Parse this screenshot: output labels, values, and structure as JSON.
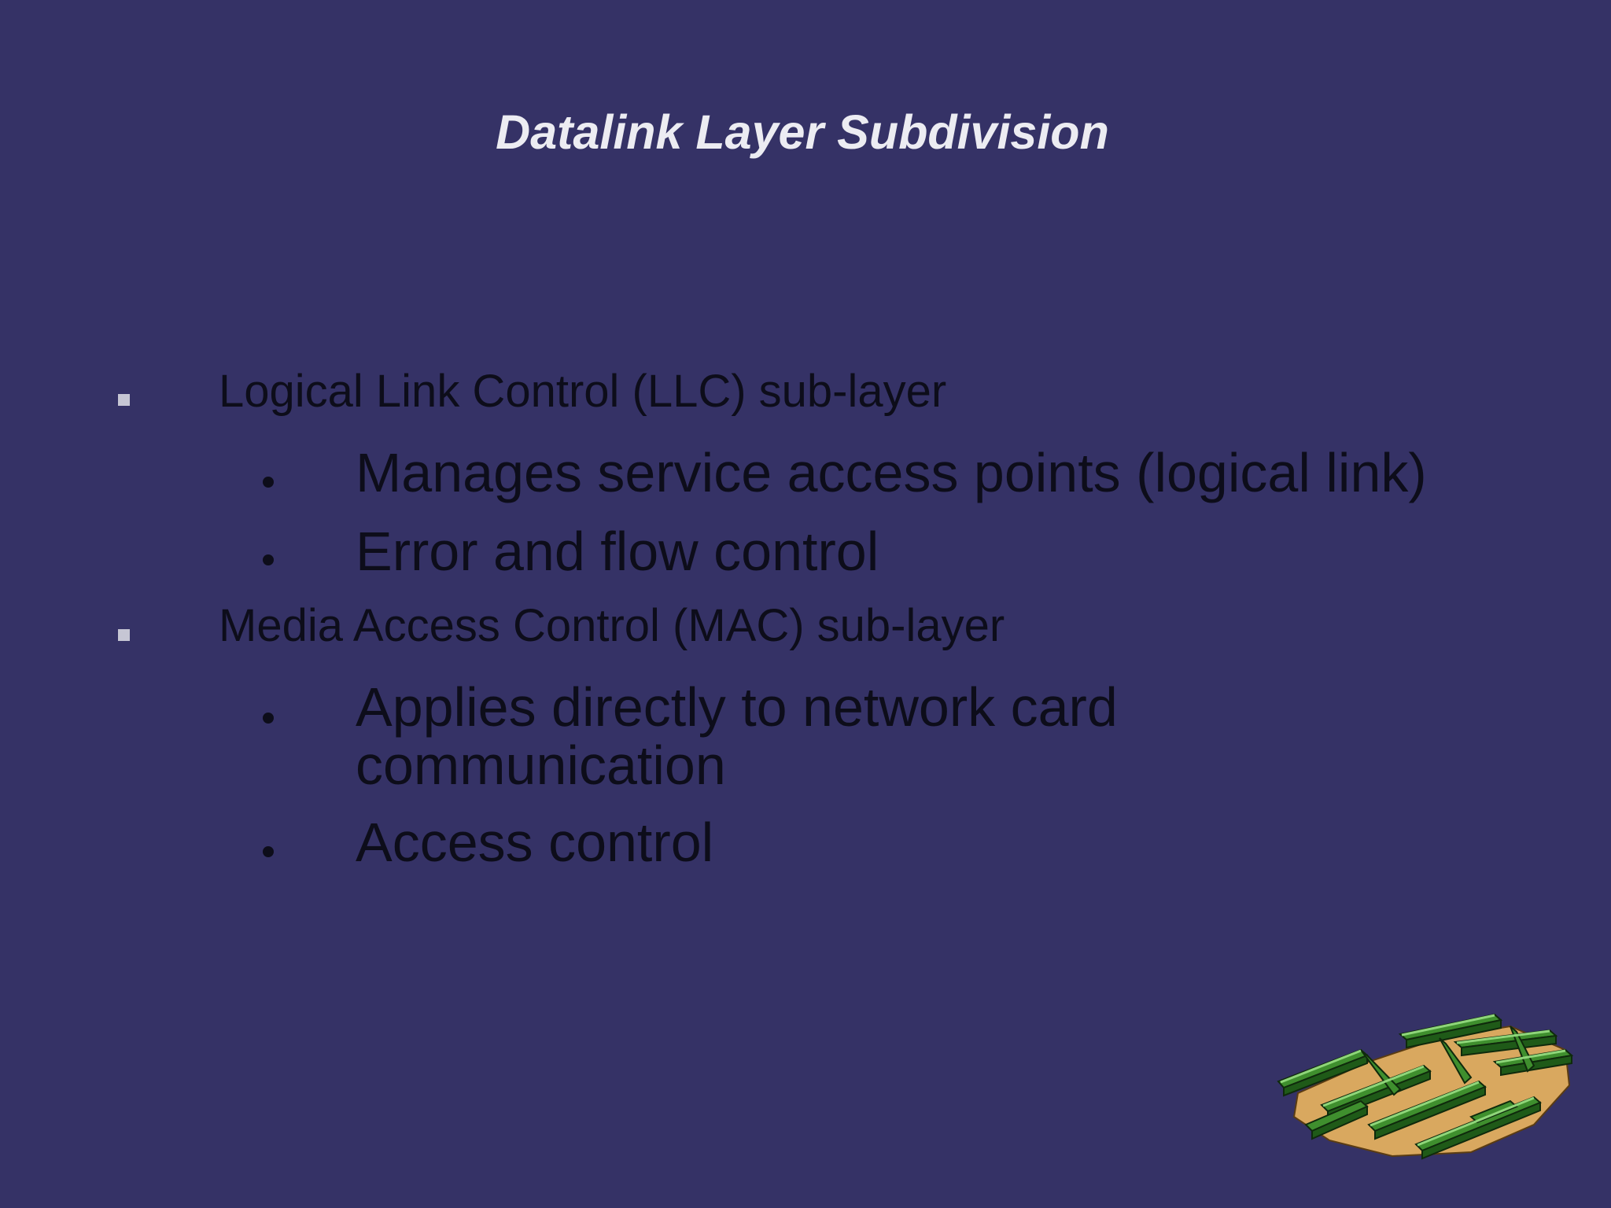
{
  "slide": {
    "title": "Datalink Layer Subdivision",
    "bullets": [
      {
        "text": "Logical Link Control (LLC) sub-layer",
        "sub": [
          "Manages service access points (logical link)",
          "Error and flow control"
        ]
      },
      {
        "text": "Media Access Control (MAC) sub-layer",
        "sub": [
          "Applies directly to network card communication",
          "Access control"
        ]
      }
    ],
    "clipart_icon": "maze-icon"
  }
}
